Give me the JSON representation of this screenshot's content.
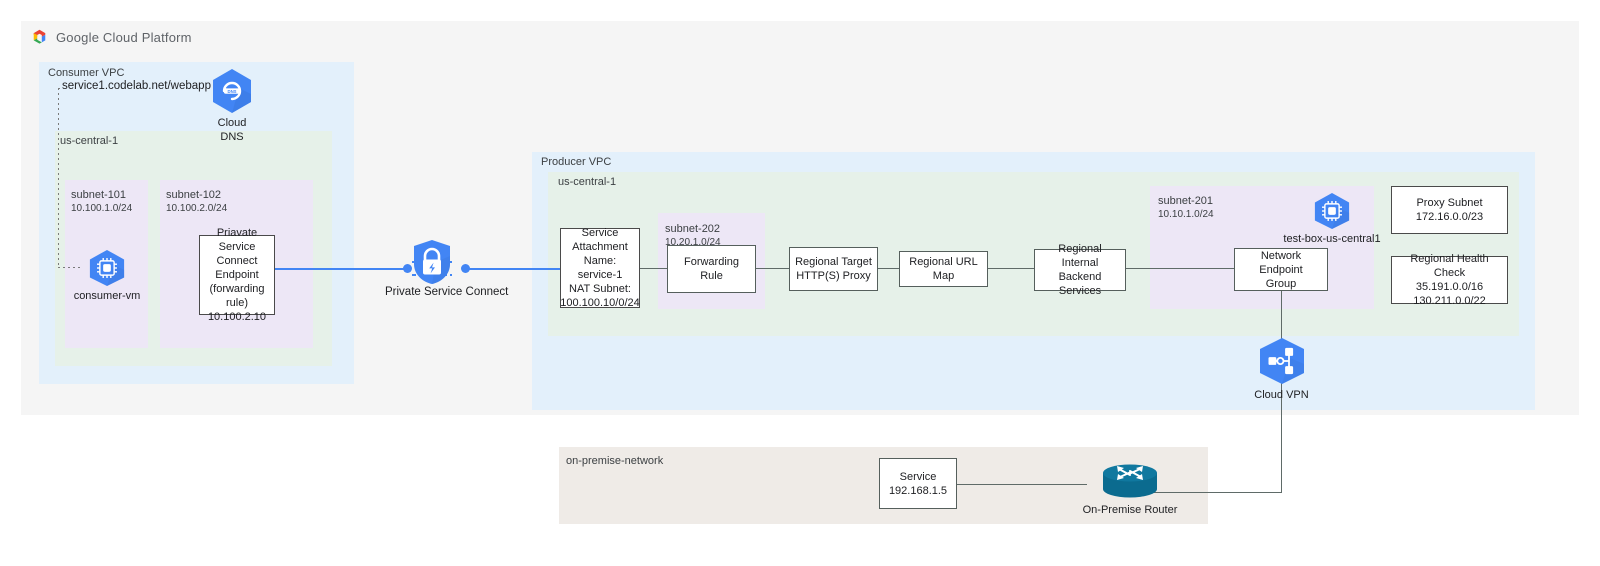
{
  "brand": {
    "logo_icon": "google-cloud-platform-logo",
    "wordmark": "Google Cloud Platform"
  },
  "consumer_vpc": {
    "label": "Consumer VPC",
    "dns_record": "service1.codelab.net/webapp",
    "cloud_dns": {
      "icon": "cloud-dns-icon",
      "label_line1": "Cloud",
      "label_line2": "DNS"
    },
    "region": {
      "label": "us-central-1"
    },
    "subnets": [
      {
        "name": "subnet-101",
        "cidr": "10.100.1.0/24"
      },
      {
        "name": "subnet-102",
        "cidr": "10.100.2.0/24"
      }
    ],
    "vm": {
      "icon": "compute-engine-vm-icon",
      "label": "consumer-vm"
    },
    "psc_endpoint": {
      "line1": "Priavate Service",
      "line2": "Connect Endpoint",
      "line3": "(forwarding rule)",
      "line4": "10.100.2.10"
    }
  },
  "psc_link": {
    "icon": "private-service-connect-icon",
    "label": "Private Service Connect"
  },
  "producer_vpc": {
    "label": "Producer VPC",
    "region": {
      "label": "us-central-1"
    },
    "service_attachment": {
      "line1": "Service",
      "line2": "Attachment",
      "line3": "Name: service-1",
      "line4": "NAT Subnet:",
      "line5": "100.100.10/0/24"
    },
    "subnet_202": {
      "name": "subnet-202",
      "cidr": "10.20.1.0/24"
    },
    "forwarding_rule": {
      "label": "Forwarding Rule"
    },
    "target_proxy": {
      "line1": "Regional Target",
      "line2": "HTTP(S) Proxy"
    },
    "url_map": {
      "label": "Regional URL Map"
    },
    "backend_services": {
      "line1": "Regional Internal",
      "line2": "Backend Services"
    },
    "subnet_201": {
      "name": "subnet-201",
      "cidr": "10.10.1.0/24"
    },
    "test_box": {
      "icon": "compute-engine-vm-icon",
      "label": "test-box-us-central1"
    },
    "network_endpoint_group": {
      "line1": "Network Endpoint",
      "line2": "Group"
    },
    "proxy_subnet": {
      "line1": "Proxy Subnet",
      "line2": "172.16.0.0/23"
    },
    "health_check": {
      "line1": "Regional Health Check",
      "line2": "35.191.0.0/16",
      "line3": "130.211.0.0/22"
    },
    "cloud_vpn": {
      "icon": "cloud-vpn-icon",
      "label": "Cloud VPN"
    }
  },
  "on_premise": {
    "label": "on-premise-network",
    "service": {
      "line1": "Service",
      "line2": "192.168.1.5"
    },
    "router": {
      "icon": "on-premise-router-icon",
      "label": "On-Premise Router"
    }
  },
  "colors": {
    "vpc_blue": "#e3f0fb",
    "region_green": "#e6f1e9",
    "subnet_purple": "#ede7f6",
    "onprem_beige": "#efebe7",
    "frame_gray": "#f5f5f5",
    "accent_blue": "#4285f4",
    "gcp_icon_blue": "#4285f4",
    "router_teal": "#0b6b8f"
  }
}
